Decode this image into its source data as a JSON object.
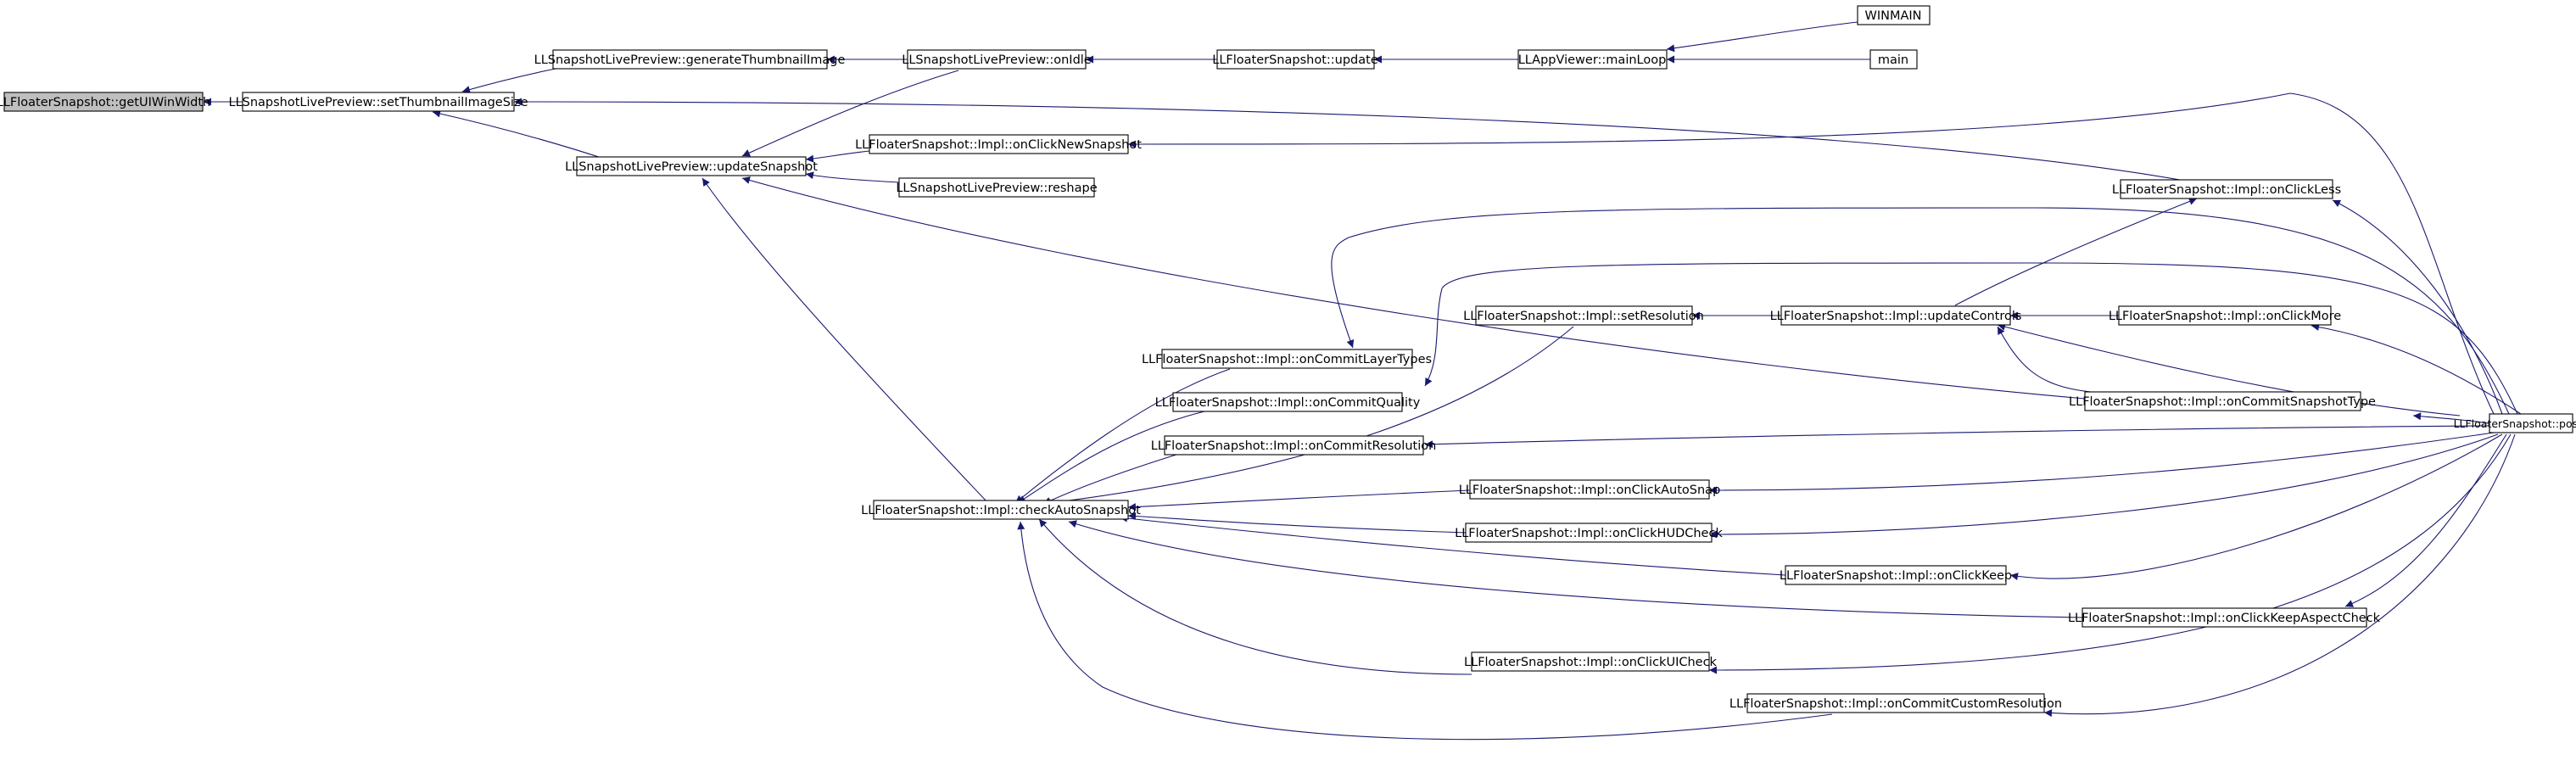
{
  "nodes": [
    {
      "id": "getUIWinWidth",
      "label": "LLFloaterSnapshot::getUIWinWidth",
      "focus": true
    },
    {
      "id": "setThumbnailImageSize",
      "label": "LLSnapshotLivePreview::setThumbnailImageSize"
    },
    {
      "id": "generateThumbnailImage",
      "label": "LLSnapshotLivePreview::generateThumbnailImage"
    },
    {
      "id": "onIdle",
      "label": "LLSnapshotLivePreview::onIdle"
    },
    {
      "id": "update",
      "label": "LLFloaterSnapshot::update"
    },
    {
      "id": "mainLoop",
      "label": "LLAppViewer::mainLoop"
    },
    {
      "id": "WINMAIN",
      "label": "WINMAIN"
    },
    {
      "id": "main",
      "label": "main"
    },
    {
      "id": "updateSnapshot",
      "label": "LLSnapshotLivePreview::updateSnapshot"
    },
    {
      "id": "onClickNewSnapshot",
      "label": "LLFloaterSnapshot::Impl::onClickNewSnapshot"
    },
    {
      "id": "reshape",
      "label": "LLSnapshotLivePreview::reshape"
    },
    {
      "id": "onClickLess",
      "label": "LLFloaterSnapshot::Impl::onClickLess"
    },
    {
      "id": "setResolution",
      "label": "LLFloaterSnapshot::Impl::setResolution"
    },
    {
      "id": "updateControls",
      "label": "LLFloaterSnapshot::Impl::updateControls"
    },
    {
      "id": "onClickMore",
      "label": "LLFloaterSnapshot::Impl::onClickMore"
    },
    {
      "id": "onCommitLayerTypes",
      "label": "LLFloaterSnapshot::Impl::onCommitLayerTypes"
    },
    {
      "id": "onCommitQuality",
      "label": "LLFloaterSnapshot::Impl::onCommitQuality"
    },
    {
      "id": "onCommitSnapshotType",
      "label": "LLFloaterSnapshot::Impl::onCommitSnapshotType"
    },
    {
      "id": "onCommitResolution",
      "label": "LLFloaterSnapshot::Impl::onCommitResolution"
    },
    {
      "id": "postBuild",
      "label": "LLFloaterSnapshot::postBuild"
    },
    {
      "id": "onClickAutoSnap",
      "label": "LLFloaterSnapshot::Impl::onClickAutoSnap"
    },
    {
      "id": "checkAutoSnapshot",
      "label": "LLFloaterSnapshot::Impl::checkAutoSnapshot"
    },
    {
      "id": "onClickHUDCheck",
      "label": "LLFloaterSnapshot::Impl::onClickHUDCheck"
    },
    {
      "id": "onClickKeep",
      "label": "LLFloaterSnapshot::Impl::onClickKeep"
    },
    {
      "id": "onClickKeepAspectCheck",
      "label": "LLFloaterSnapshot::Impl::onClickKeepAspectCheck"
    },
    {
      "id": "onClickUICheck",
      "label": "LLFloaterSnapshot::Impl::onClickUICheck"
    },
    {
      "id": "onCommitCustomResolution",
      "label": "LLFloaterSnapshot::Impl::onCommitCustomResolution"
    }
  ],
  "edges": [
    {
      "from": "setThumbnailImageSize",
      "to": "getUIWinWidth"
    },
    {
      "from": "generateThumbnailImage",
      "to": "setThumbnailImageSize"
    },
    {
      "from": "updateSnapshot",
      "to": "setThumbnailImageSize"
    },
    {
      "from": "onClickLess",
      "to": "setThumbnailImageSize"
    },
    {
      "from": "onIdle",
      "to": "generateThumbnailImage"
    },
    {
      "from": "update",
      "to": "onIdle"
    },
    {
      "from": "mainLoop",
      "to": "update"
    },
    {
      "from": "WINMAIN",
      "to": "mainLoop"
    },
    {
      "from": "main",
      "to": "mainLoop"
    },
    {
      "from": "onIdle",
      "to": "updateSnapshot"
    },
    {
      "from": "onClickNewSnapshot",
      "to": "updateSnapshot"
    },
    {
      "from": "reshape",
      "to": "updateSnapshot"
    },
    {
      "from": "onCommitSnapshotType",
      "to": "updateSnapshot"
    },
    {
      "from": "checkAutoSnapshot",
      "to": "updateSnapshot"
    },
    {
      "from": "postBuild",
      "to": "onClickNewSnapshot"
    },
    {
      "from": "postBuild",
      "to": "onClickLess"
    },
    {
      "from": "updateControls",
      "to": "onClickLess"
    },
    {
      "from": "updateControls",
      "to": "setResolution"
    },
    {
      "from": "onClickMore",
      "to": "updateControls"
    },
    {
      "from": "onCommitSnapshotType",
      "to": "updateControls"
    },
    {
      "from": "postBuild",
      "to": "updateControls"
    },
    {
      "from": "postBuild",
      "to": "onClickMore"
    },
    {
      "from": "postBuild",
      "to": "onCommitLayerTypes"
    },
    {
      "from": "postBuild",
      "to": "onCommitQuality"
    },
    {
      "from": "postBuild",
      "to": "onCommitSnapshotType"
    },
    {
      "from": "postBuild",
      "to": "onCommitResolution"
    },
    {
      "from": "setResolution",
      "to": "checkAutoSnapshot"
    },
    {
      "from": "onCommitLayerTypes",
      "to": "checkAutoSnapshot"
    },
    {
      "from": "onCommitQuality",
      "to": "checkAutoSnapshot"
    },
    {
      "from": "onCommitResolution",
      "to": "checkAutoSnapshot"
    },
    {
      "from": "onClickAutoSnap",
      "to": "checkAutoSnapshot"
    },
    {
      "from": "onClickHUDCheck",
      "to": "checkAutoSnapshot"
    },
    {
      "from": "onClickKeep",
      "to": "checkAutoSnapshot"
    },
    {
      "from": "onClickKeepAspectCheck",
      "to": "checkAutoSnapshot"
    },
    {
      "from": "onClickUICheck",
      "to": "checkAutoSnapshot"
    },
    {
      "from": "onCommitCustomResolution",
      "to": "checkAutoSnapshot"
    },
    {
      "from": "postBuild",
      "to": "onClickAutoSnap"
    },
    {
      "from": "postBuild",
      "to": "onClickHUDCheck"
    },
    {
      "from": "postBuild",
      "to": "onClickKeep"
    },
    {
      "from": "postBuild",
      "to": "onClickKeepAspectCheck"
    },
    {
      "from": "postBuild",
      "to": "onClickUICheck"
    },
    {
      "from": "postBuild",
      "to": "onCommitCustomResolution"
    }
  ],
  "colors": {
    "edge": "#191970",
    "node_border": "#000000",
    "node_fill": "#ffffff",
    "focus_fill": "#bfbfbf"
  }
}
